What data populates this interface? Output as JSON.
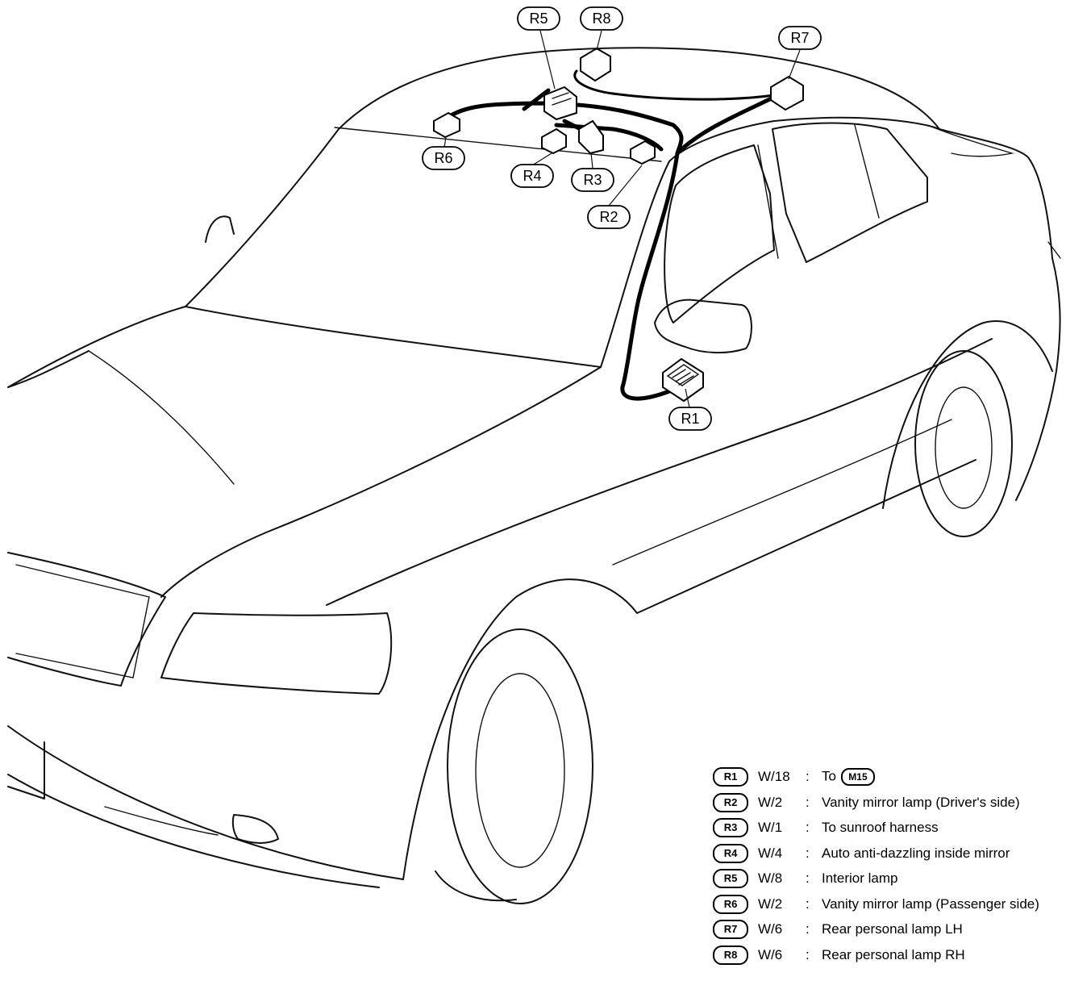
{
  "connectors": [
    {
      "id": "R1",
      "wire": "W/18",
      "description": "To",
      "ref": "M15"
    },
    {
      "id": "R2",
      "wire": "W/2",
      "description": "Vanity mirror lamp (Driver's side)"
    },
    {
      "id": "R3",
      "wire": "W/1",
      "description": "To sunroof harness"
    },
    {
      "id": "R4",
      "wire": "W/4",
      "description": "Auto anti-dazzling inside mirror"
    },
    {
      "id": "R5",
      "wire": "W/8",
      "description": "Interior lamp"
    },
    {
      "id": "R6",
      "wire": "W/2",
      "description": "Vanity mirror lamp (Passenger side)"
    },
    {
      "id": "R7",
      "wire": "W/6",
      "description": "Rear personal lamp LH"
    },
    {
      "id": "R8",
      "wire": "W/6",
      "description": "Rear personal lamp RH"
    }
  ],
  "separator": ":"
}
